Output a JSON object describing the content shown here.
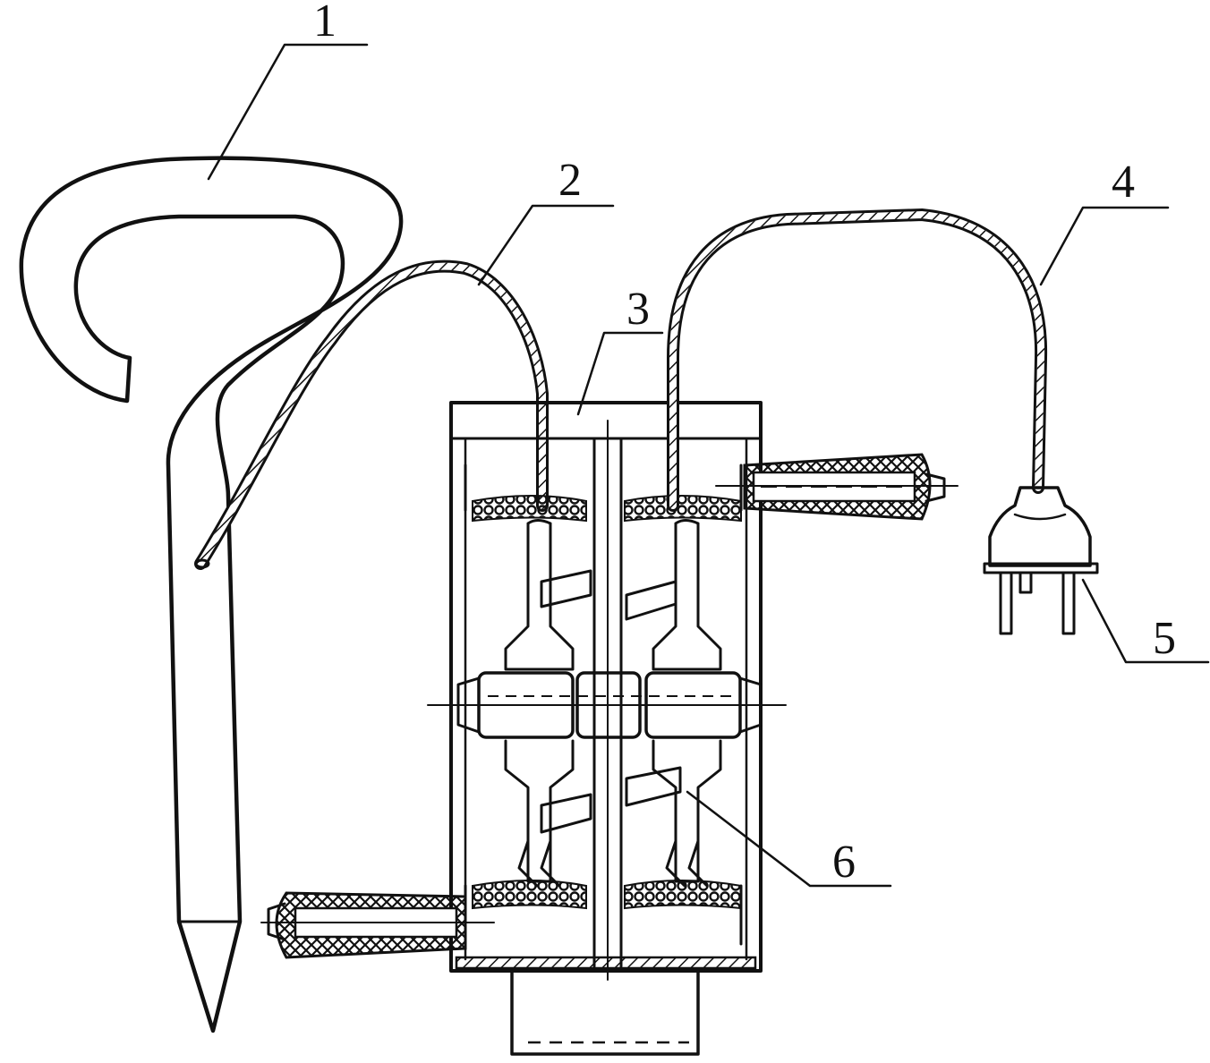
{
  "callouts": [
    {
      "id": "1",
      "label": "1",
      "part": "hook"
    },
    {
      "id": "2",
      "label": "2",
      "part": "wire-lead"
    },
    {
      "id": "3",
      "label": "3",
      "part": "housing"
    },
    {
      "id": "4",
      "label": "4",
      "part": "power-cord"
    },
    {
      "id": "5",
      "label": "5",
      "part": "plug-prongs"
    },
    {
      "id": "6",
      "label": "6",
      "part": "coil-conductor"
    }
  ],
  "colors": {
    "ink": "#111111",
    "background": "#ffffff"
  }
}
